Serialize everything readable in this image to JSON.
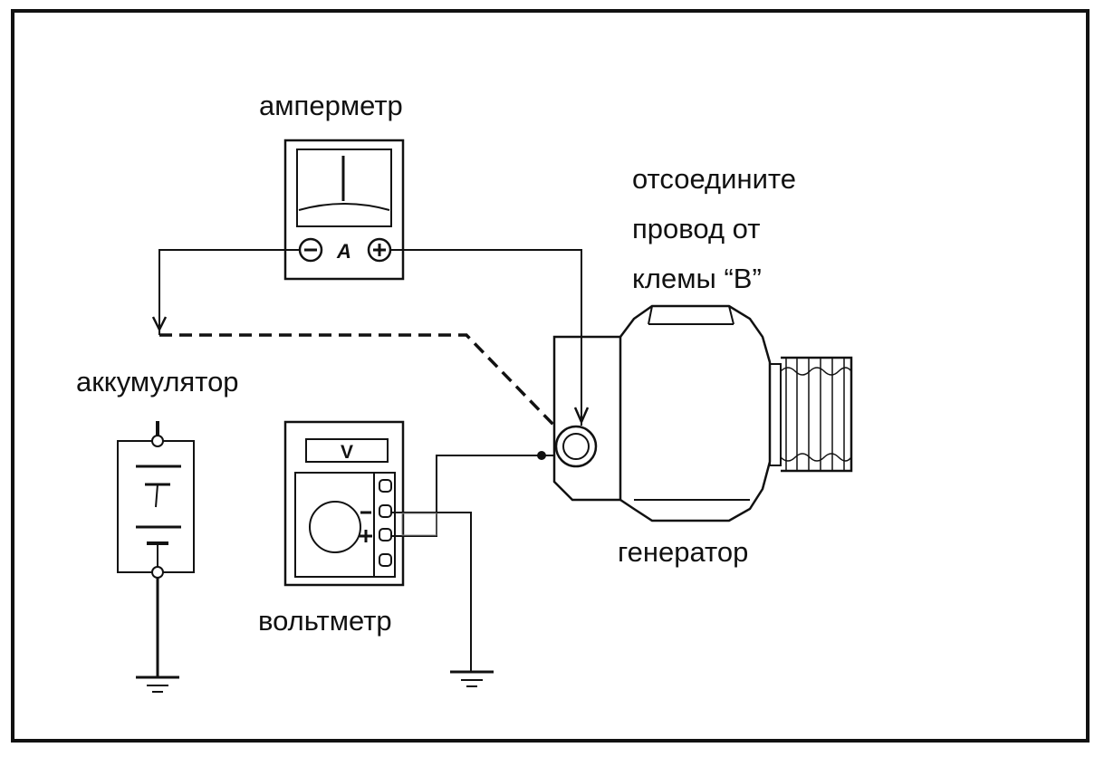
{
  "labels": {
    "ammeter": "амперметр",
    "note_line1": "отсоедините",
    "note_line2": "провод от",
    "note_line3": "клемы “B”",
    "battery": "аккумулятор",
    "voltmeter": "вольтметр",
    "alternator": "генератор"
  },
  "meters": {
    "ammeter_symbol": "A",
    "voltmeter_symbol": "V"
  },
  "colors": {
    "line": "#111111",
    "background": "#ffffff"
  }
}
